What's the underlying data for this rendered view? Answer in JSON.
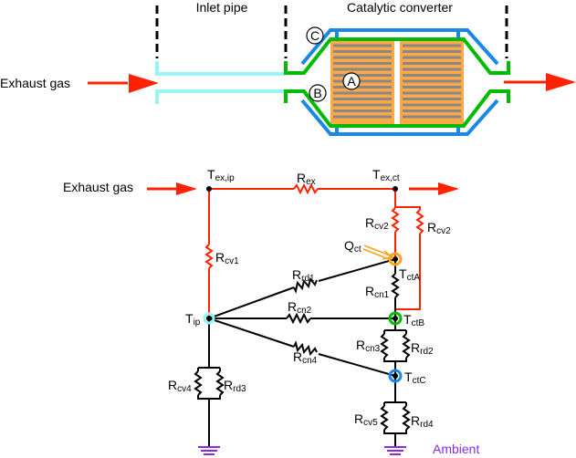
{
  "top_diagram": {
    "section_labels": {
      "inlet_pipe": "Inlet pipe",
      "catalytic_converter": "Catalytic converter"
    },
    "inlet_arrow_label": "Exhaust gas",
    "markers": {
      "a": "A",
      "b": "B",
      "c": "C"
    }
  },
  "circuit": {
    "inlet_label": "Exhaust gas",
    "nodes": {
      "t_ex_ip": {
        "main": "T",
        "sub": "ex,ip"
      },
      "t_ex_ct": {
        "main": "T",
        "sub": "ex,ct"
      },
      "t_ip": {
        "main": "T",
        "sub": "ip"
      },
      "t_ctA": {
        "main": "T",
        "sub": "ctA"
      },
      "t_ctB": {
        "main": "T",
        "sub": "ctB"
      },
      "t_ctC": {
        "main": "T",
        "sub": "ctC"
      }
    },
    "heat_source": {
      "main": "Q",
      "sub": "ct"
    },
    "resistors": {
      "r_ex": {
        "main": "R",
        "sub": "ex"
      },
      "r_cv1": {
        "main": "R",
        "sub": "cv1"
      },
      "r_cv2_a": {
        "main": "R",
        "sub": "cv2"
      },
      "r_cv2_b": {
        "main": "R",
        "sub": "cv2"
      },
      "r_rd1": {
        "main": "R",
        "sub": "rd1"
      },
      "r_cn1": {
        "main": "R",
        "sub": "cn1"
      },
      "r_cn2": {
        "main": "R",
        "sub": "cn2"
      },
      "r_cn3": {
        "main": "R",
        "sub": "cn3"
      },
      "r_rd2": {
        "main": "R",
        "sub": "rd2"
      },
      "r_cn4": {
        "main": "R",
        "sub": "cn4"
      },
      "r_cv4": {
        "main": "R",
        "sub": "cv4"
      },
      "r_rd3": {
        "main": "R",
        "sub": "rd3"
      },
      "r_cv5": {
        "main": "R",
        "sub": "cv5"
      },
      "r_rd4": {
        "main": "R",
        "sub": "rd4"
      }
    },
    "ambient_label": "Ambient"
  },
  "colors": {
    "gas": "#ff2200",
    "inlet_pipe": "#99f5f5",
    "substrate_shell": "#00bb00",
    "outer_shell": "#1a88e6",
    "substrate_fill": "#ffa845",
    "substrate_channel": "#888888",
    "ambient": "#8a2be2",
    "heat": "#ffa020"
  }
}
